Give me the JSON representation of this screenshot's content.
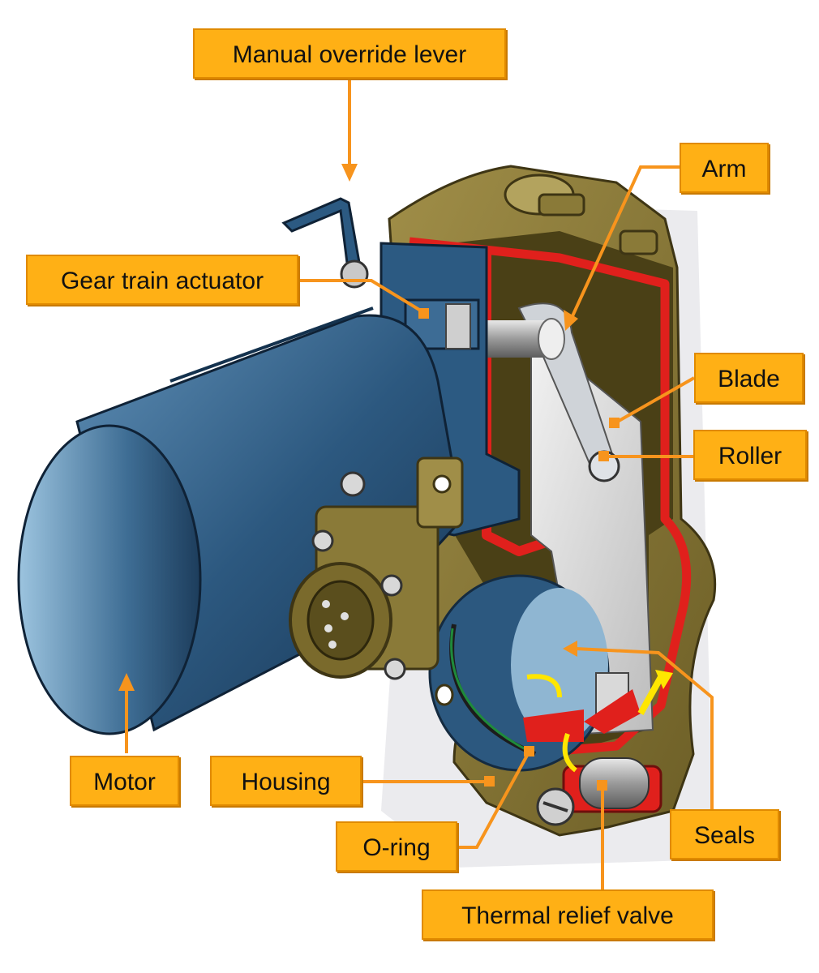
{
  "colors": {
    "callout_fill": "#ffb015",
    "leader": "#f7941d",
    "housing": "#8a7a38",
    "section_cut": "#e0201c",
    "motor": "#2d5a80"
  },
  "labels": {
    "manual_override_lever": "Manual override lever",
    "arm": "Arm",
    "gear_train_actuator": "Gear train actuator",
    "blade": "Blade",
    "roller": "Roller",
    "motor": "Motor",
    "housing": "Housing",
    "o_ring": "O-ring",
    "seals": "Seals",
    "thermal_relief_valve": "Thermal relief valve"
  }
}
